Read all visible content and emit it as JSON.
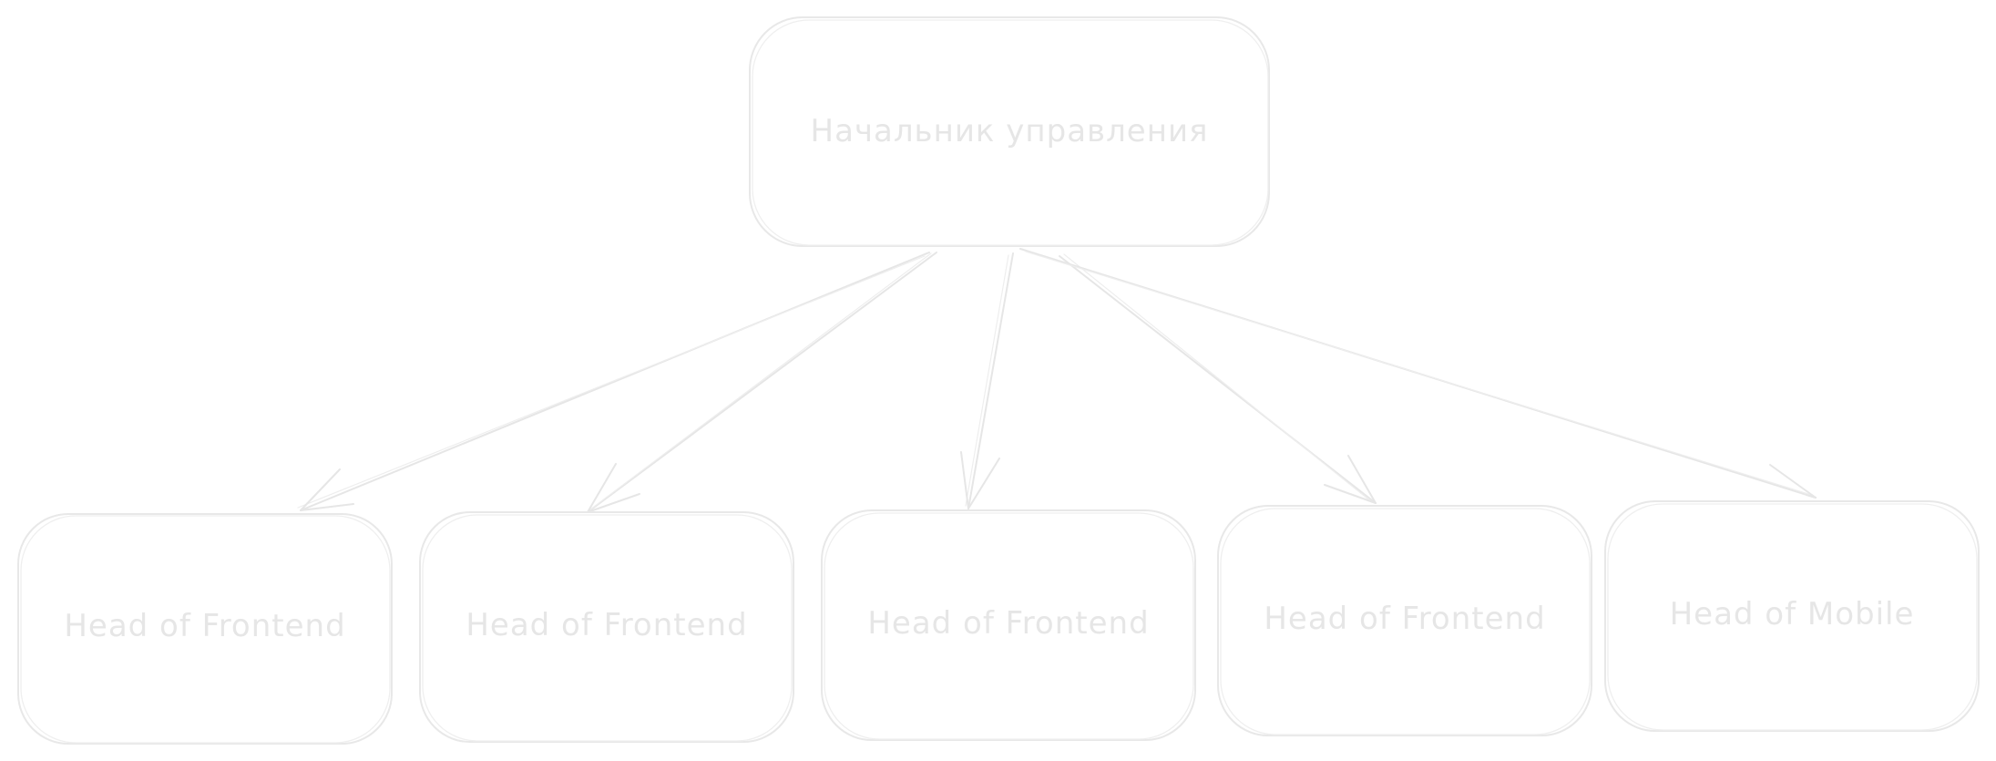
{
  "diagram": {
    "type": "org-chart",
    "root": {
      "id": "head-of-department",
      "label": "Начальник управления"
    },
    "children": [
      {
        "id": "child-1",
        "label": "Head of Frontend"
      },
      {
        "id": "child-2",
        "label": "Head of Frontend"
      },
      {
        "id": "child-3",
        "label": "Head of Frontend"
      },
      {
        "id": "child-4",
        "label": "Head of Frontend"
      },
      {
        "id": "child-5",
        "label": "Head of Mobile"
      }
    ],
    "edges": [
      {
        "from": "head-of-department",
        "to": "child-1"
      },
      {
        "from": "head-of-department",
        "to": "child-2"
      },
      {
        "from": "head-of-department",
        "to": "child-3"
      },
      {
        "from": "head-of-department",
        "to": "child-4"
      },
      {
        "from": "head-of-department",
        "to": "child-5"
      }
    ],
    "colors": {
      "stroke": "#e6e6e6",
      "text": "#e6e6e6",
      "background": "#ffffff"
    }
  }
}
